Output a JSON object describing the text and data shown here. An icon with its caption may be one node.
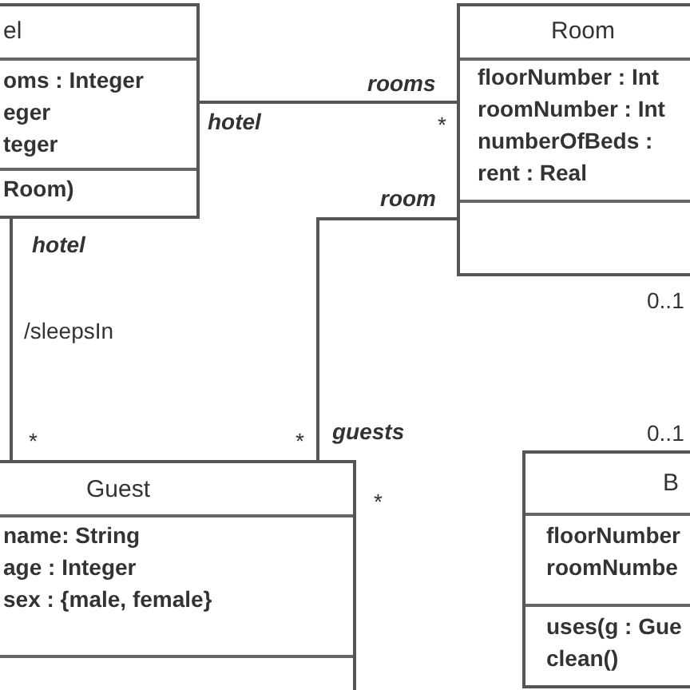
{
  "diagram": {
    "nodes": [
      {
        "text": [
          "el",
          "oms : Integer",
          "eger",
          "teger",
          "Room)"
        ]
      },
      {
        "text": [
          "Room",
          "floorNumber : Int",
          "roomNumber : Int",
          "numberOfBeds :",
          "rent : Real"
        ],
        "beside": [
          "0..1"
        ]
      },
      {
        "text": [
          "Guest",
          "name: String",
          "age : Integer",
          "sex : {male, female}"
        ],
        "beside": [
          "*"
        ]
      },
      {
        "text": [
          "B",
          "floorNumber",
          "roomNumbe",
          "uses(g : Gue",
          "clean()"
        ],
        "beside": [
          "0..1"
        ]
      }
    ],
    "edges": [
      {
        "from": 0,
        "to": 1,
        "arrow": "none"
      },
      {
        "from": 2,
        "to": 1,
        "arrow": "none"
      },
      {
        "from": 0,
        "to": 2,
        "arrow": "none"
      }
    ],
    "labels": [
      "rooms",
      "hotel",
      "*",
      "room",
      "hotel",
      "/sleepsIn",
      "*",
      "*",
      "guests"
    ]
  }
}
